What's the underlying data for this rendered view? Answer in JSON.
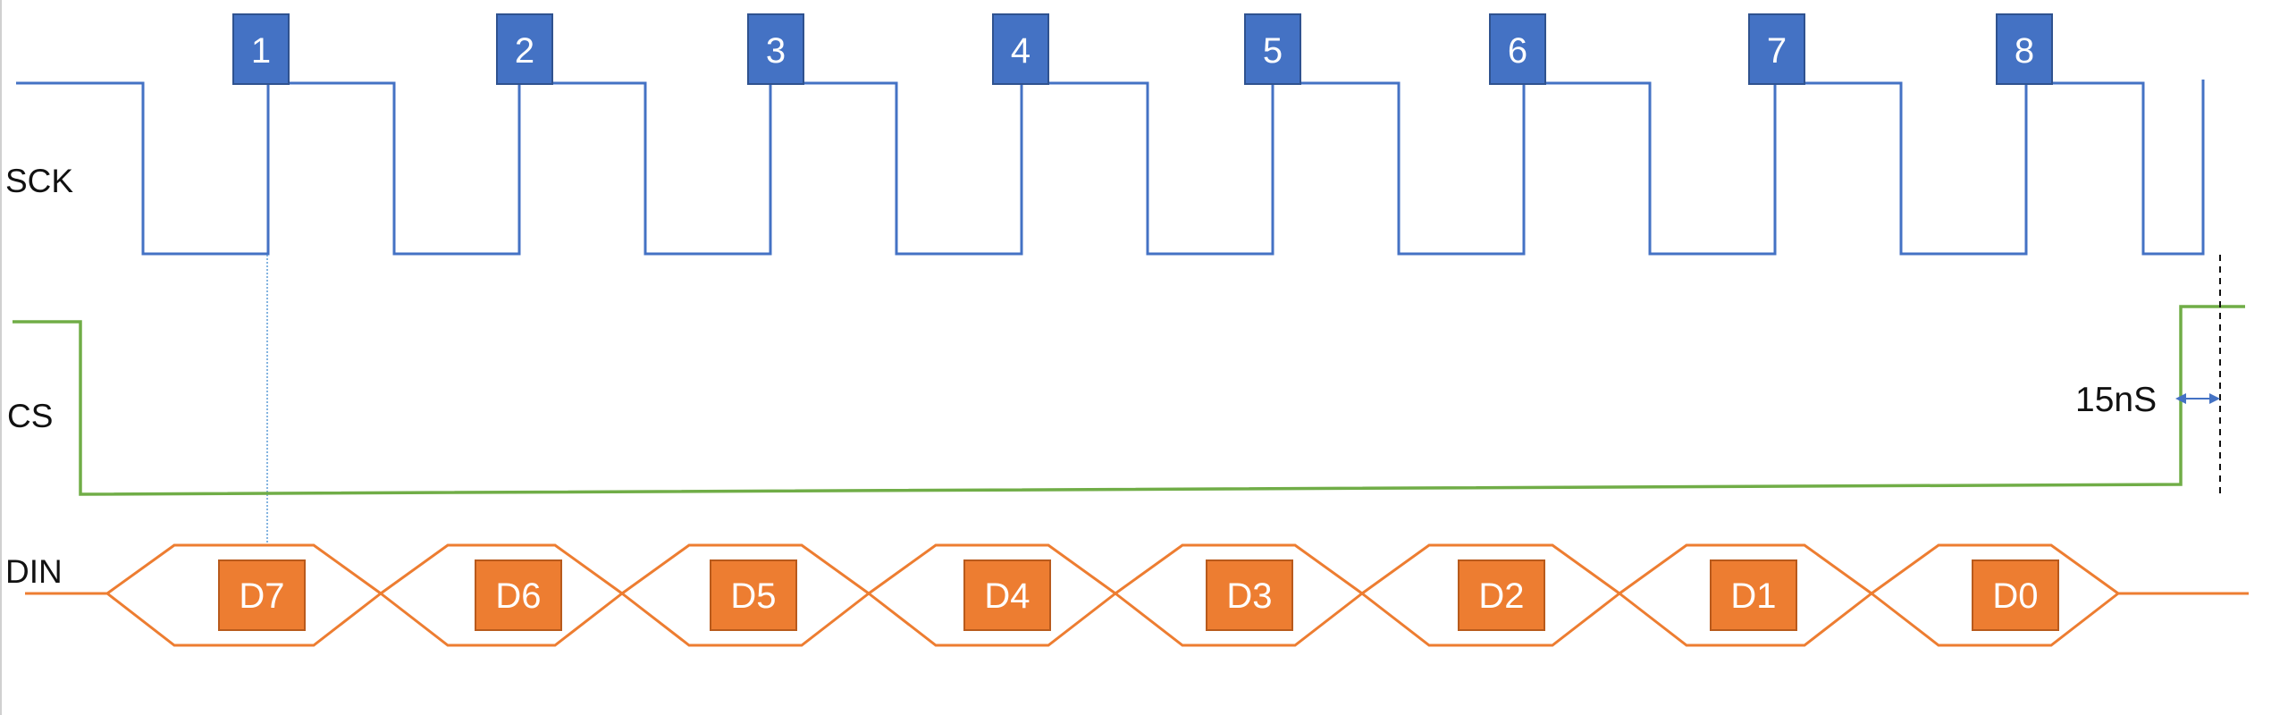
{
  "signals": {
    "sck": "SCK",
    "cs": "CS",
    "din": "DIN"
  },
  "clock_edges": [
    "1",
    "2",
    "3",
    "4",
    "5",
    "6",
    "7",
    "8"
  ],
  "data_bits": [
    "D7",
    "D6",
    "D5",
    "D4",
    "D3",
    "D2",
    "D1",
    "D0"
  ],
  "timing_note": "15nS",
  "colors": {
    "sck": "#4472C4",
    "cs": "#70AD47",
    "din": "#ED7D31",
    "edge_box": "#4472C4",
    "data_box": "#ED7D31",
    "text": "#111111"
  }
}
